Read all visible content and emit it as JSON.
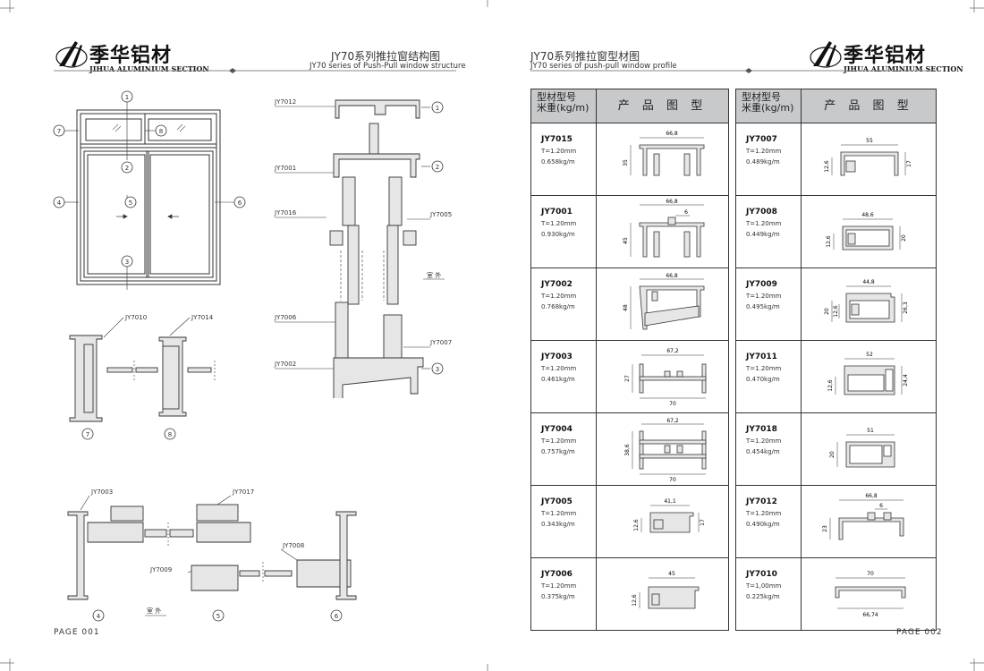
{
  "brand": {
    "name_cn": "季华铝材",
    "name_en": "JIHUA ALUMINIUM SECTION"
  },
  "left_page": {
    "title_cn": "JY70系列推拉窗结构图",
    "title_en": "JY70 series of Push-Pull window structure",
    "page_no": "PAGE 001",
    "window_callouts": [
      "1",
      "2",
      "3",
      "4",
      "5",
      "6",
      "7",
      "8"
    ],
    "labels": {
      "jy7010": "JY7010",
      "jy7014": "JY7014",
      "jy7012": "JY7012",
      "jy7001": "JY7001",
      "jy7016": "JY7016",
      "jy7005": "JY7005",
      "jy7006": "JY7006",
      "jy7007": "JY7007",
      "jy7002": "JY7002",
      "jy7003": "JY7003",
      "jy7017": "JY7017",
      "jy7008": "JY7008",
      "jy7009": "JY7009",
      "outdoor": "室 外"
    },
    "detail_callouts": {
      "c7": "7",
      "c8": "8",
      "c1": "1",
      "c2": "2",
      "c3": "3",
      "c4": "4",
      "c5": "5",
      "c6": "6"
    }
  },
  "right_page": {
    "title_cn": "JY70系列推拉窗型材图",
    "title_en": "JY70 series of push-pull window profile",
    "page_no": "PAGE 002",
    "header": {
      "type_line1": "型材型号",
      "type_line2": "米重(kg/m)",
      "product": "产 品 图 型"
    },
    "left_column": [
      {
        "code": "JY7015",
        "t": "T=1.20mm",
        "w": "0.658kg/m",
        "dims": [
          "66,8",
          "35"
        ]
      },
      {
        "code": "JY7001",
        "t": "T=1.20mm",
        "w": "0.930kg/m",
        "dims": [
          "66,8",
          "6",
          "45"
        ]
      },
      {
        "code": "JY7002",
        "t": "T=1.20mm",
        "w": "0.768kg/m",
        "dims": [
          "66,8",
          "48"
        ]
      },
      {
        "code": "JY7003",
        "t": "T=1.20mm",
        "w": "0.461kg/m",
        "dims": [
          "67,2",
          "27",
          "70"
        ]
      },
      {
        "code": "JY7004",
        "t": "T=1.20mm",
        "w": "0.757kg/m",
        "dims": [
          "67,2",
          "38,6",
          "70"
        ]
      },
      {
        "code": "JY7005",
        "t": "T=1.20mm",
        "w": "0.343kg/m",
        "dims": [
          "41,1",
          "12,6",
          "17"
        ]
      },
      {
        "code": "JY7006",
        "t": "T=1.20mm",
        "w": "0.375kg/m",
        "dims": [
          "45",
          "12,6"
        ]
      }
    ],
    "right_column": [
      {
        "code": "JY7007",
        "t": "T=1.20mm",
        "w": "0.489kg/m",
        "dims": [
          "55",
          "12,6",
          "17"
        ]
      },
      {
        "code": "JY7008",
        "t": "T=1.20mm",
        "w": "0.449kg/m",
        "dims": [
          "48,6",
          "12,6",
          "20"
        ]
      },
      {
        "code": "JY7009",
        "t": "T=1.20mm",
        "w": "0.495kg/m",
        "dims": [
          "44,8",
          "20",
          "12,6",
          "26,3"
        ]
      },
      {
        "code": "JY7011",
        "t": "T=1.20mm",
        "w": "0.470kg/m",
        "dims": [
          "52",
          "12,6",
          "24,4"
        ]
      },
      {
        "code": "JY7018",
        "t": "T=1.20mm",
        "w": "0.454kg/m",
        "dims": [
          "51",
          "20"
        ]
      },
      {
        "code": "JY7012",
        "t": "T=1.20mm",
        "w": "0.490kg/m",
        "dims": [
          "66,8",
          "6",
          "23"
        ]
      },
      {
        "code": "JY7010",
        "t": "T=1,00mm",
        "w": "0.225kg/m",
        "dims": [
          "70",
          "66,74"
        ]
      }
    ]
  },
  "colors": {
    "header_bg": "#c8c9cb",
    "line": "#333333",
    "profile_fill": "#e6e6e6"
  }
}
